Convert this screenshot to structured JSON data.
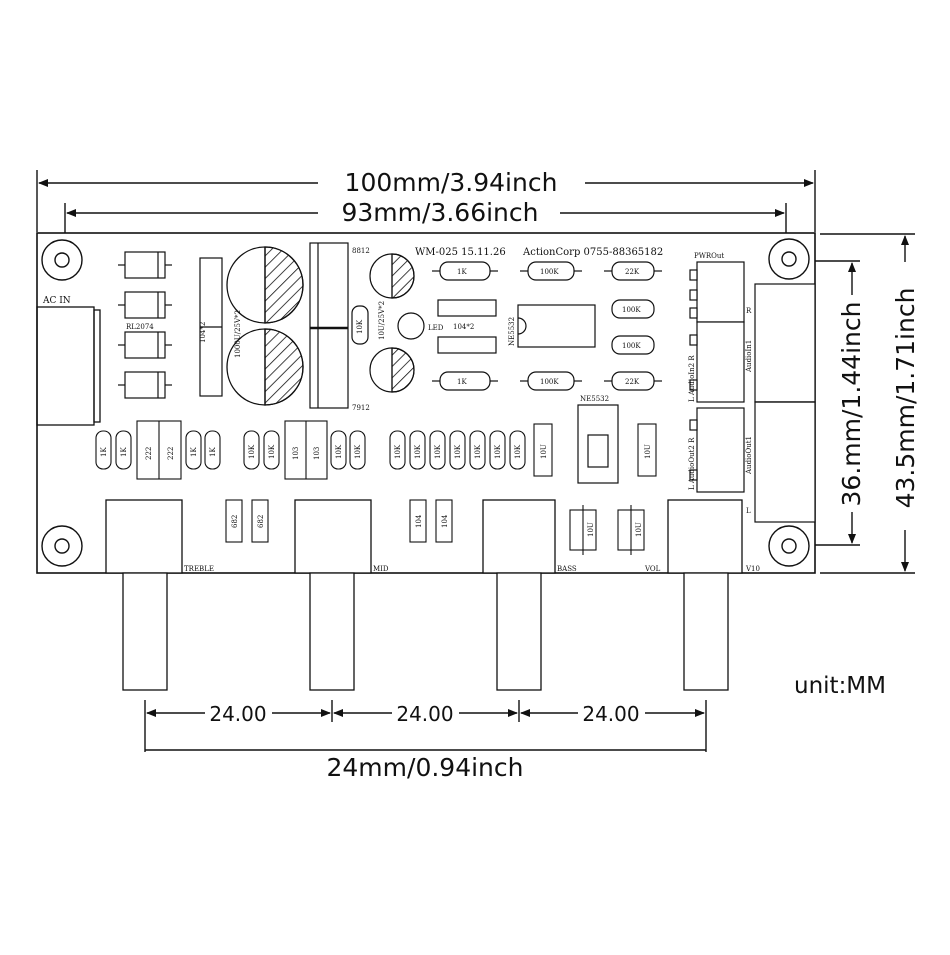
{
  "dimensions": {
    "overall_width": "100mm/3.94inch",
    "hole_spacing_width": "93mm/3.66inch",
    "hole_spacing_height": "36.mm/1.44inch",
    "overall_height": "43.5mm/1.71inch",
    "pot_pitch_1": "24.00",
    "pot_pitch_2": "24.00",
    "pot_pitch_3": "24.00",
    "pot_pitch_caption": "24mm/0.94inch",
    "unit": "unit:MM"
  },
  "board": {
    "header": "WM-025 15.11.26",
    "vendor": "ActionCorp 0755-88365182",
    "ac_in": "AC IN",
    "rectifier": "RL2074",
    "cap_left": "104*2",
    "cap_big": "1000U/25V*2",
    "reg_top": "8812",
    "reg_bottom": "7912",
    "cap_10u": "10U/25V*2",
    "r_10k": "10K",
    "led": "LED",
    "pwr": "PWROut",
    "chip_label_1": "NE5532",
    "chip_label_2": "NE5532",
    "cap_104_middle": "104*2",
    "r_1k_top": "1K",
    "r_1k_bottom": "1K",
    "r_100k_1": "100K",
    "r_100k_2": "100K",
    "r_100k_3": "100K",
    "r_100k_4": "100K",
    "r_22k_top": "22K",
    "r_22k_bottom": "22K",
    "audio_in_1": "AudioIn1",
    "audio_in_2": "L AudioIn2 R",
    "audio_out_2": "L AudioOut2 R",
    "audio_out_1": "AudioOut1",
    "ch_r": "R",
    "ch_l": "L",
    "small_1k": "1K",
    "small_10k": "10K",
    "small_222": "222",
    "small_682": "682",
    "small_103": "103",
    "small_104": "104",
    "small_10u": "10U",
    "pot_treble": "TREBLE",
    "pot_mid": "MID",
    "pot_bass": "BASS",
    "pot_vol": "VOL",
    "pot_v10": "V10"
  }
}
